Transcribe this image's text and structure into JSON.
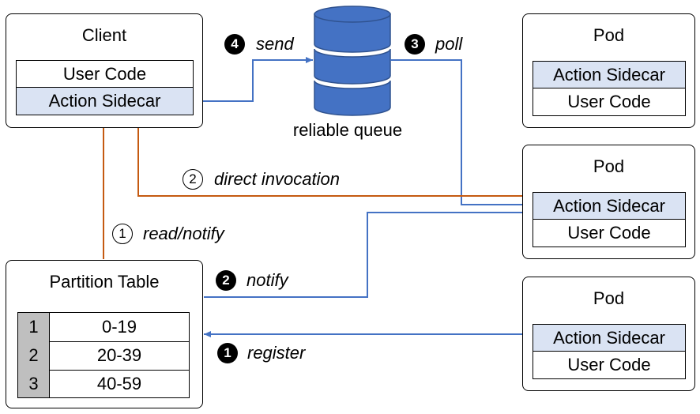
{
  "client": {
    "title": "Client",
    "user_code": "User Code",
    "sidecar": "Action Sidecar"
  },
  "queue": {
    "label": "reliable queue"
  },
  "pods": [
    {
      "title": "Pod",
      "sidecar": "Action Sidecar",
      "user_code": "User Code"
    },
    {
      "title": "Pod",
      "sidecar": "Action Sidecar",
      "user_code": "User Code"
    },
    {
      "title": "Pod",
      "sidecar": "Action Sidecar",
      "user_code": "User Code"
    }
  ],
  "partition_table": {
    "title": "Partition Table",
    "rows": [
      {
        "index": "1",
        "range": "0-19"
      },
      {
        "index": "2",
        "range": "20-39"
      },
      {
        "index": "3",
        "range": "40-59"
      }
    ]
  },
  "steps": {
    "send": {
      "number": "4",
      "text": "send"
    },
    "poll": {
      "number": "3",
      "text": "poll"
    },
    "notify": {
      "number": "2",
      "text": "notify"
    },
    "register": {
      "number": "1",
      "text": "register"
    },
    "direct_invocation": {
      "number": "2",
      "text": "direct invocation"
    },
    "read_notify": {
      "number": "1",
      "text": "read/notify"
    }
  },
  "colors": {
    "blue_arrow": "#4472c4",
    "orange_arrow": "#c55a11",
    "sidecar_fill": "#dae3f3",
    "queue_fill": "#4472c4",
    "queue_stroke": "#2f528f",
    "index_fill": "#bfbfbf"
  }
}
